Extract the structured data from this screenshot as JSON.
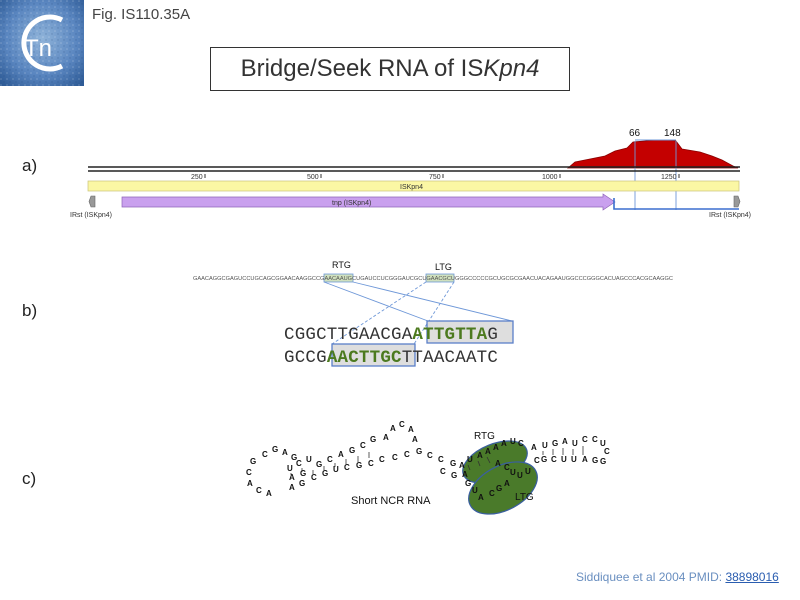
{
  "header": {
    "figure_label": "Fig. IS110.35A",
    "title_prefix": "Bridge/Seek RNA of IS",
    "title_italic": "Kpn4",
    "logo_text": "Tn"
  },
  "panels": {
    "a": "a)",
    "b": "b)",
    "c": "c)"
  },
  "panel_a": {
    "peak_labels": [
      "66",
      "148"
    ],
    "ticks": [
      "250",
      "500",
      "750",
      "1000",
      "1250"
    ],
    "feature_label": "ISKpn4",
    "tnp_label": "tnp (ISKpn4)",
    "left_end_label": "IRst (ISKpn4)",
    "right_end_label": "IRst (ISKpn4)",
    "colors": {
      "coverage": "#c40000",
      "feature": "#fbf7a4",
      "tnp": "#c9a0ee",
      "bracket": "#3b6fcf"
    }
  },
  "panel_b": {
    "rtg_label": "RTG",
    "ltg_label": "LTG",
    "seq_before": "GAACAGGCGAGUCCUGCAGCGGAACAAGGCCG",
    "seq_rtg": "AACAAU",
    "seq_mid": "GCUGAUCCUCGGGAUCGC",
    "seq_ltg": "UGAACG",
    "seq_after": "CUGGGCCCCCGCUGCGCGAACUACAGAAUGGCCCGGGCACUAGCCCACGCAAGGC",
    "line1_prefix": "CGGCTTGAACGA",
    "line1_hl": "ATTGTTA",
    "line1_suffix": "G",
    "line2_prefix": "GCCG",
    "line2_hl": "AACTTGC",
    "line2_suffix": "TTAACAATC"
  },
  "panel_c": {
    "rtg_label": "RTG",
    "ltg_label": "LTG",
    "caption": "Short NCR RNA"
  },
  "citation": {
    "text": "Siddiquee et al 2004 PMID: ",
    "pmid": "38898016"
  }
}
